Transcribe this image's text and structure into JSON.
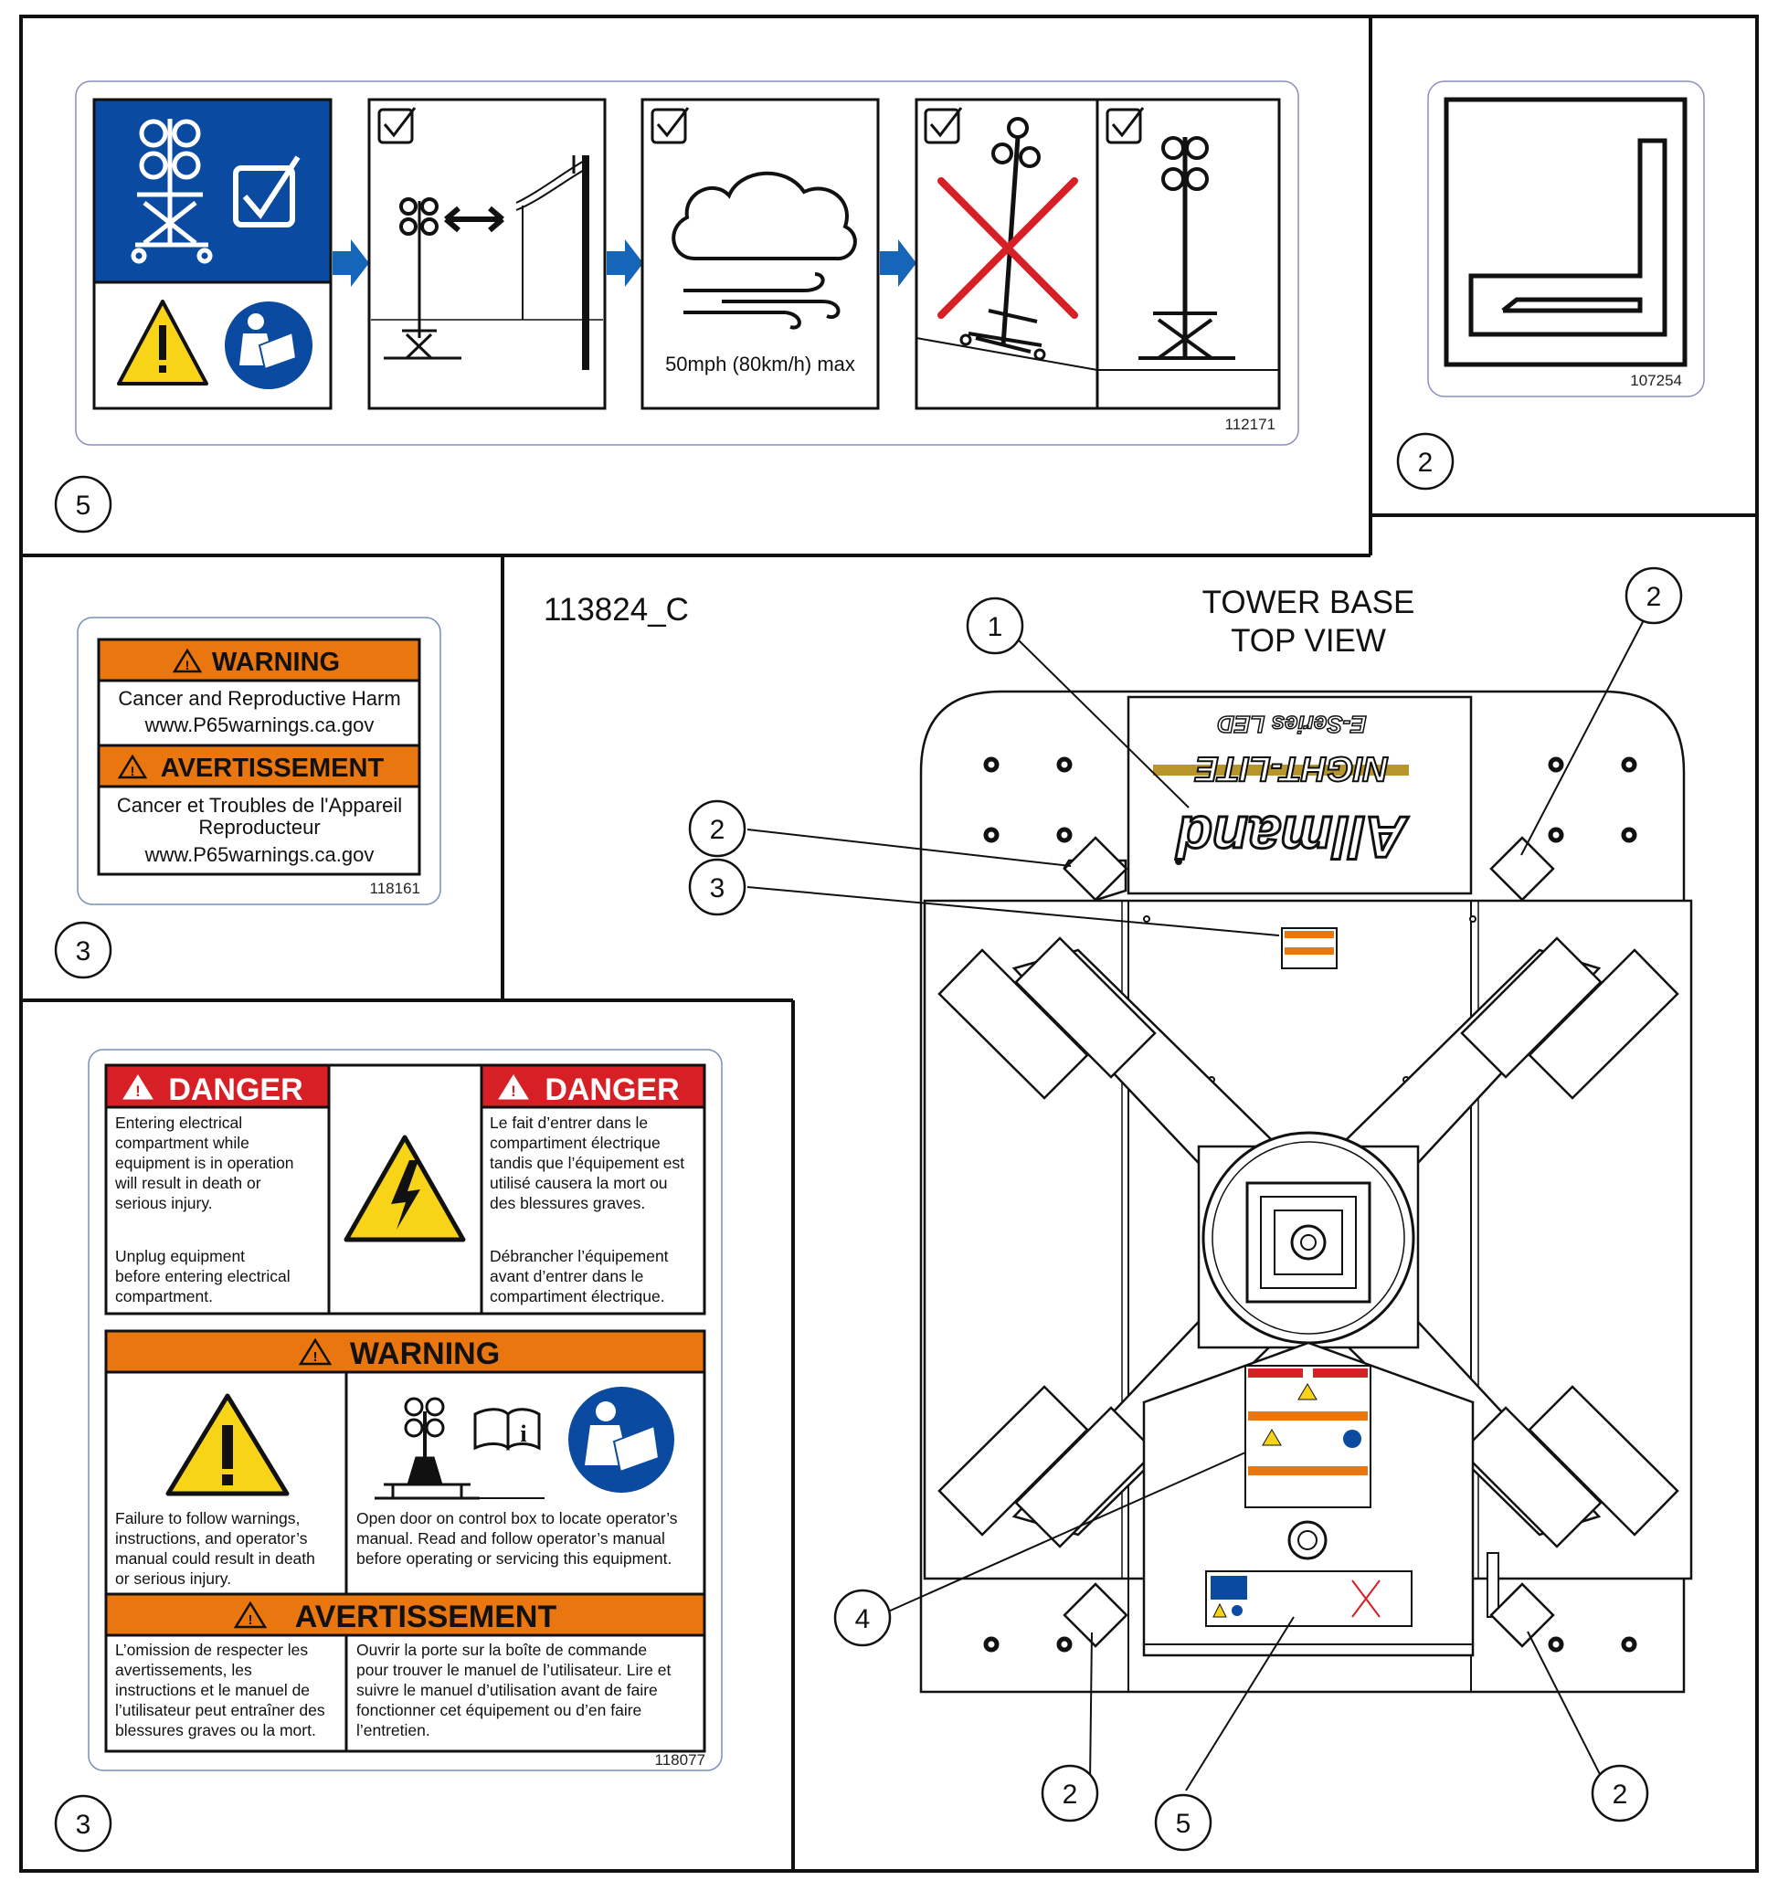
{
  "drawing_id": "113824_C",
  "view_title": [
    "TOWER BASE",
    "TOP VIEW"
  ],
  "callouts": {
    "c1": "1",
    "c2": "2",
    "c3": "3",
    "c4": "4",
    "c5": "5"
  },
  "decal_5": {
    "part_number": "112171",
    "wind_text": "50mph (80km/h) max",
    "callout": "5"
  },
  "decal_2": {
    "part_number": "107254",
    "callout": "2"
  },
  "decal_3_prop65": {
    "part_number": "118161",
    "warning_head": "WARNING",
    "warning_line1": "Cancer and Reproductive Harm",
    "warning_line2": "www.P65warnings.ca.gov",
    "avert_head": "AVERTISSEMENT",
    "avert_line1": "Cancer et Troubles de l'Appareil",
    "avert_line2": "Reproducteur",
    "avert_line3": "www.P65warnings.ca.gov",
    "callout": "3"
  },
  "decal_3_danger": {
    "part_number": "118077",
    "danger_head_en": "DANGER",
    "danger_head_fr": "DANGER",
    "en_text": [
      "Entering electrical",
      "compartment while",
      "equipment is in operation",
      "will result in death or",
      "serious injury."
    ],
    "en_text2": [
      "Unplug equipment",
      "before entering electrical",
      "compartment."
    ],
    "fr_text": [
      "Le fait d’entrer dans le",
      "compartiment électrique",
      "tandis que l’équipement est",
      "utilisé causera la mort ou",
      "des blessures graves."
    ],
    "fr_text2": [
      "Débrancher l’équipement",
      "avant d’entrer dans le",
      "compartiment électrique."
    ],
    "warning_head": "WARNING",
    "warn_left": [
      "Failure to follow warnings,",
      "instructions, and operator’s",
      "manual could result in death",
      "or serious injury."
    ],
    "warn_right": [
      "Open door on control box to locate operator’s",
      "manual.  Read and follow operator’s manual",
      "before operating or servicing this equipment."
    ],
    "avert_head": "AVERTISSEMENT",
    "avert_left": [
      "L’omission de respecter les",
      "avertissements, les",
      "instructions et le manuel de",
      "l’utilisateur peut entraîner des",
      "blessures graves ou la mort."
    ],
    "avert_right": [
      "Ouvrir la porte sur la boîte de commande",
      "pour trouver le manuel de l’utilisateur.  Lire et",
      "suivre le manuel d’utilisation avant de faire",
      "fonctionner cet équipement ou d’en faire",
      "l’entretien."
    ],
    "callout": "3"
  },
  "brand": {
    "name": "Allmand",
    "product": "NIGHT-LITE",
    "series": "E-Series LED"
  },
  "colors": {
    "danger_red": "#d71f26",
    "warning_orange": "#e9760e",
    "safety_yellow": "#f7d417",
    "mandatory_blue": "#0a4aa0",
    "arrow_blue": "#1565b8",
    "brand_gold": "#b8952a"
  }
}
